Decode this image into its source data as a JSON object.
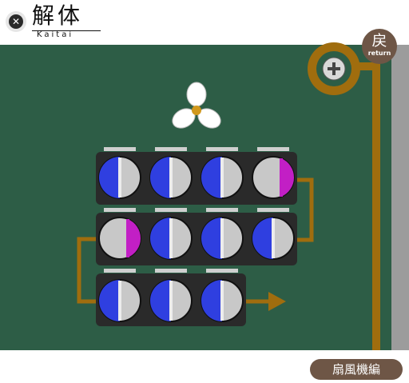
{
  "header": {
    "title": "解体",
    "subtitle": "Kaitai",
    "close_icon": "close-icon"
  },
  "return_button": {
    "kanji": "戻",
    "label": "return"
  },
  "category_button": {
    "label": "扇風機編"
  },
  "colors": {
    "board": "#2d5d46",
    "trace": "#a06d0e",
    "battery_blue": "#2f3fe0",
    "battery_magenta": "#c21fc5",
    "button_brown": "#6e5646"
  },
  "battery_pack": {
    "rows": [
      [
        "blue",
        "blue",
        "blue",
        "magenta"
      ],
      [
        "magenta",
        "blue",
        "blue",
        "blue"
      ],
      [
        "blue",
        "blue",
        "blue"
      ]
    ]
  }
}
